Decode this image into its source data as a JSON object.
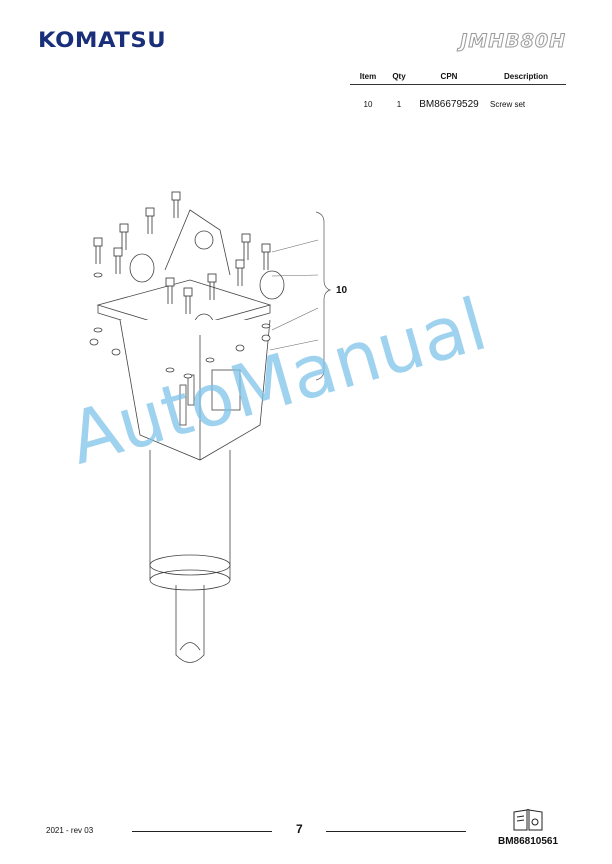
{
  "header": {
    "brand": "KOMATSU",
    "model": "JMHB80H"
  },
  "table": {
    "headers": [
      "Item",
      "Qty",
      "CPN",
      "Description"
    ],
    "rows": [
      {
        "item": "10",
        "qty": "1",
        "cpn": "BM86679529",
        "description": "Screw set"
      }
    ]
  },
  "callout": {
    "label": "10"
  },
  "watermark": "AutoManual",
  "footer": {
    "date": "2021 -  rev 03",
    "page": "7",
    "doc_number": "BM86810561"
  },
  "icons": [
    "book-icon"
  ],
  "colors": {
    "brand": "#1a2f7a",
    "watermark": "#7ec4ea"
  }
}
